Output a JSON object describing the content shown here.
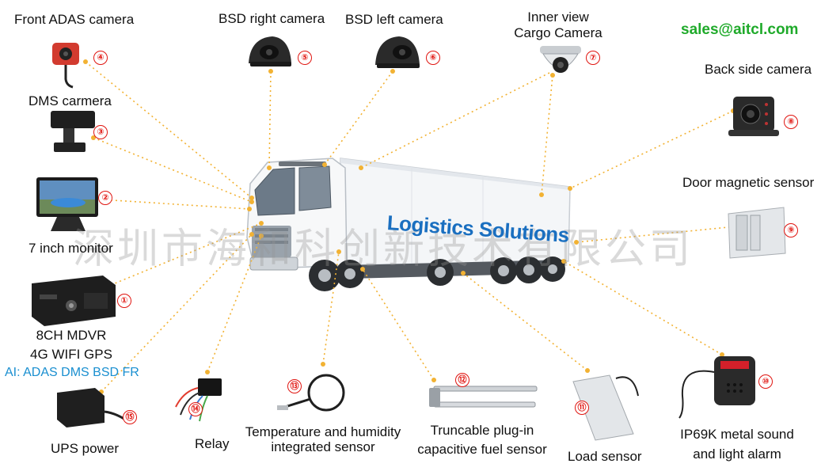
{
  "contact_email": "sales@aitcl.com",
  "ai_features": "AI: ADAS DMS BSD FR",
  "watermark": "深圳市海和科创新技术有限公司",
  "truck": {
    "brand_text": "Logistics Solutions"
  },
  "labels": {
    "front_adas": "Front ADAS camera",
    "bsd_right": "BSD right camera",
    "bsd_left": "BSD left camera",
    "inner_view_1": "Inner view",
    "inner_view_2": "Cargo Camera",
    "back_side": "Back side camera",
    "dms": "DMS carmera",
    "door_sensor": "Door magnetic sensor",
    "monitor": "7 inch monitor",
    "mdvr_1": "8CH MDVR",
    "mdvr_2": "4G WIFI GPS",
    "ups": "UPS power",
    "relay": "Relay",
    "temp_1": "Temperature and humidity",
    "temp_2": "integrated sensor",
    "fuel_1": "Truncable plug-in",
    "fuel_2": "capacitive fuel sensor",
    "load": "Load sensor",
    "alarm_1": "IP69K metal sound",
    "alarm_2": "and light alarm"
  },
  "badges": {
    "b1": "①",
    "b2": "②",
    "b3": "③",
    "b4": "④",
    "b5": "⑤",
    "b6": "⑥",
    "b7": "⑦",
    "b8": "⑧",
    "b9": "⑨",
    "b10": "⑩",
    "b11": "⑪",
    "b12": "⑫",
    "b13": "⑬",
    "b14": "⑭",
    "b15": "⑮"
  },
  "colors": {
    "leader_line": "#f2b233",
    "badge": "#e0140f",
    "email": "#1faa2a",
    "ai": "#1a8fd0",
    "brand": "#1a6fc0"
  }
}
